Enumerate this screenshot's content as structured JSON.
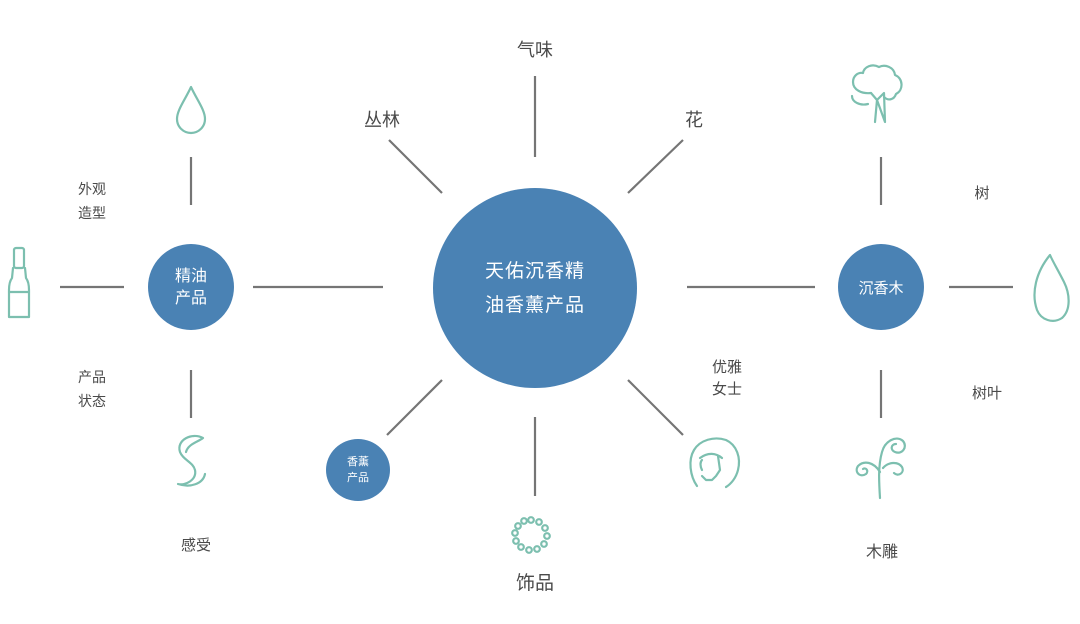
{
  "colors": {
    "node": "#4a82b4",
    "line": "#757575",
    "icon": "#7cbfaf",
    "text": "#4a4a4a"
  },
  "center": {
    "line1": "天佑沉香精",
    "line2": "油香薰产品"
  },
  "essential_oil": {
    "line1": "精油",
    "line2": "产品"
  },
  "agarwood": {
    "label": "沉香木"
  },
  "aroma": {
    "line1": "香薰",
    "line2": "产品"
  },
  "labels": {
    "qiwei": "气味",
    "conglin": "丛林",
    "hua": "花",
    "lady_1": "优雅",
    "lady_2": "女士",
    "shipin": "饰品",
    "appearance_1": "外观",
    "appearance_2": "造型",
    "state_1": "产品",
    "state_2": "状态",
    "ganshou": "感受",
    "shu": "树",
    "shuye": "树叶",
    "mudiao": "木雕"
  },
  "icons": [
    "water-drop-icon",
    "bottle-icon",
    "swirl-icon",
    "tree-icon",
    "leaf-icon",
    "sprout-icon",
    "woman-face-icon",
    "bead-ring-icon"
  ]
}
